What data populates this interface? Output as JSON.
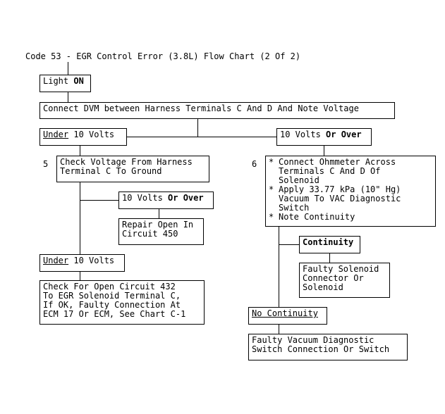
{
  "title": "Code 53 - EGR Control Error (3.8L) Flow Chart (2 Of 2)",
  "nodes": {
    "light": {
      "prefix": "Light ",
      "strong": "ON"
    },
    "connect_dvm": {
      "text": "Connect DVM between Harness Terminals C And D And Note Voltage"
    },
    "under10_a": {
      "under": "Under",
      "rest": " 10 Volts"
    },
    "over10_a": {
      "prefix": "10 Volts ",
      "strong": "Or Over"
    },
    "check_voltage": {
      "step": "5",
      "line1": "Check Voltage From Harness",
      "line2": "Terminal C To Ground"
    },
    "ohmmeter": {
      "step": "6",
      "items": [
        {
          "line1": "Connect Ohmmeter Across",
          "line2": "Terminals C And D Of",
          "line3": "Solenoid"
        },
        {
          "line1": "Apply 33.77 kPa (10\" Hg)",
          "line2": "Vacuum To VAC Diagnostic",
          "line3": "Switch"
        },
        {
          "line1": "Note Continuity"
        }
      ]
    },
    "over10_b": {
      "prefix": "10 Volts ",
      "strong": "Or Over"
    },
    "repair_open": {
      "line1": "Repair Open In",
      "line2": "Circuit 450"
    },
    "continuity": {
      "text": "Continuity"
    },
    "faulty_solenoid": {
      "line1": "Faulty Solenoid",
      "line2": "Connector Or",
      "line3": "Solenoid"
    },
    "under10_b": {
      "under": "Under",
      "rest": " 10 Volts"
    },
    "check_open": {
      "line1": "Check For Open Circuit 432",
      "line2": "To EGR Solenoid Terminal C,",
      "line3": "If OK, Faulty Connection At",
      "line4": "ECM 17 Or ECM, See Chart C-1"
    },
    "no_continuity": {
      "text": "No Continuity"
    },
    "faulty_vacuum": {
      "line1": "Faulty Vacuum Diagnostic",
      "line2": "Switch Connection Or Switch"
    }
  }
}
